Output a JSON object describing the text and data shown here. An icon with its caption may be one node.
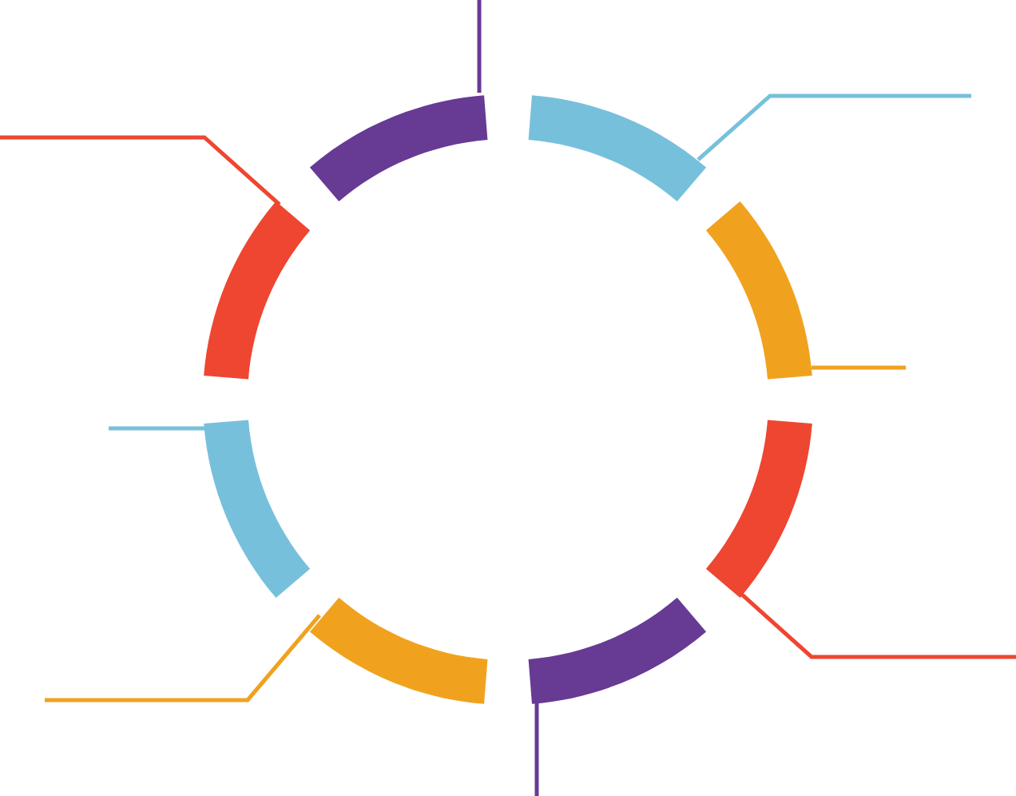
{
  "diagram": {
    "nodes": [
      {
        "text": [],
        "shape": "arc"
      },
      {
        "text": [],
        "shape": "arc"
      },
      {
        "text": [],
        "shape": "arc"
      },
      {
        "text": [],
        "shape": "arc"
      },
      {
        "text": [],
        "shape": "arc"
      },
      {
        "text": [],
        "shape": "arc"
      },
      {
        "text": [],
        "shape": "arc"
      },
      {
        "text": [],
        "shape": "arc"
      }
    ],
    "edges": [
      {
        "from": 0,
        "to": null,
        "arrow": "none",
        "color": "#673a94"
      },
      {
        "from": 1,
        "to": null,
        "arrow": "none",
        "color": "#77c0dc"
      },
      {
        "from": 2,
        "to": null,
        "arrow": "none",
        "color": "#ee4631"
      },
      {
        "from": 3,
        "to": null,
        "arrow": "none",
        "color": "#f0a21f"
      },
      {
        "from": 4,
        "to": null,
        "arrow": "none",
        "color": "#77c0dc"
      },
      {
        "from": 5,
        "to": null,
        "arrow": "none",
        "color": "#ee4631"
      },
      {
        "from": 6,
        "to": null,
        "arrow": "none",
        "color": "#f0a21f"
      },
      {
        "from": 7,
        "to": null,
        "arrow": "none",
        "color": "#673a94"
      }
    ]
  }
}
